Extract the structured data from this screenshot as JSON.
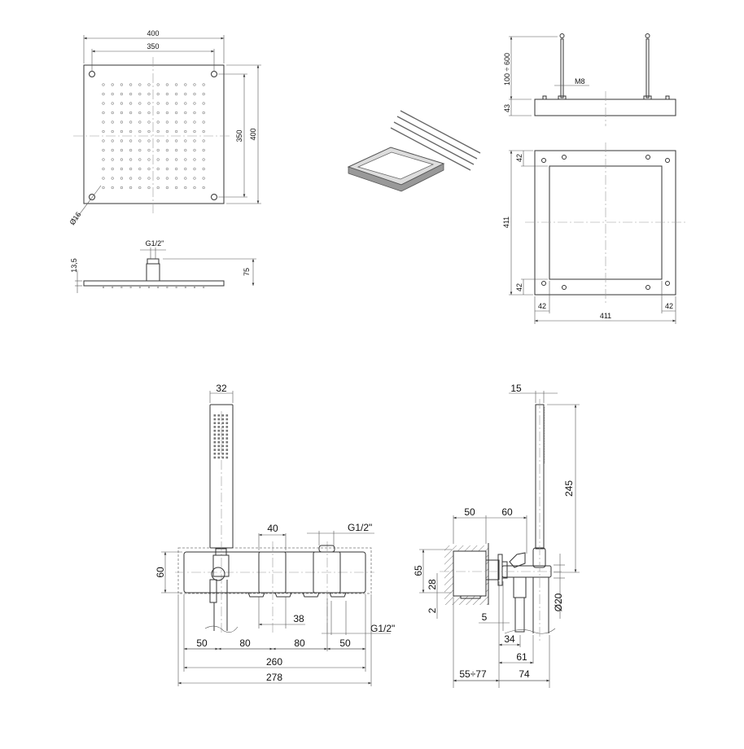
{
  "overhead_shower_top": {
    "width_outer": "400",
    "hole_spacing_h": "350",
    "hole_spacing_v": "350",
    "height_outer": "400",
    "hole_diameter": "Ø16"
  },
  "overhead_shower_side": {
    "connection": "G1/2\"",
    "plate_thickness": "13,5",
    "total_height": "75"
  },
  "ceiling_frame_side": {
    "rod_length": "100 ÷ 600",
    "thread": "M8",
    "frame_height": "43"
  },
  "ceiling_frame_top": {
    "height": "411",
    "border_top": "42",
    "border_bottom": "42",
    "border_left": "42",
    "border_right": "42",
    "width": "411"
  },
  "mixer_front": {
    "handshower_width": "32",
    "knob_width": "40",
    "top_connection": "G1/2\"",
    "height": "60",
    "outlet_width": "38",
    "bottom_connection": "G1/2\"",
    "spacings": [
      "50",
      "80",
      "80",
      "50"
    ],
    "width_inner": "260",
    "width_outer": "278"
  },
  "mixer_side": {
    "handshower_depth": "15",
    "handshower_length": "245",
    "box_depth": "50",
    "projection": "60",
    "box_height": "65",
    "offset_28": "28",
    "offset_2": "2",
    "hose_diameter": "Ø20",
    "dim_5": "5",
    "dim_34": "34",
    "dim_61": "61",
    "wall_depth": "55÷77",
    "dim_74": "74"
  }
}
